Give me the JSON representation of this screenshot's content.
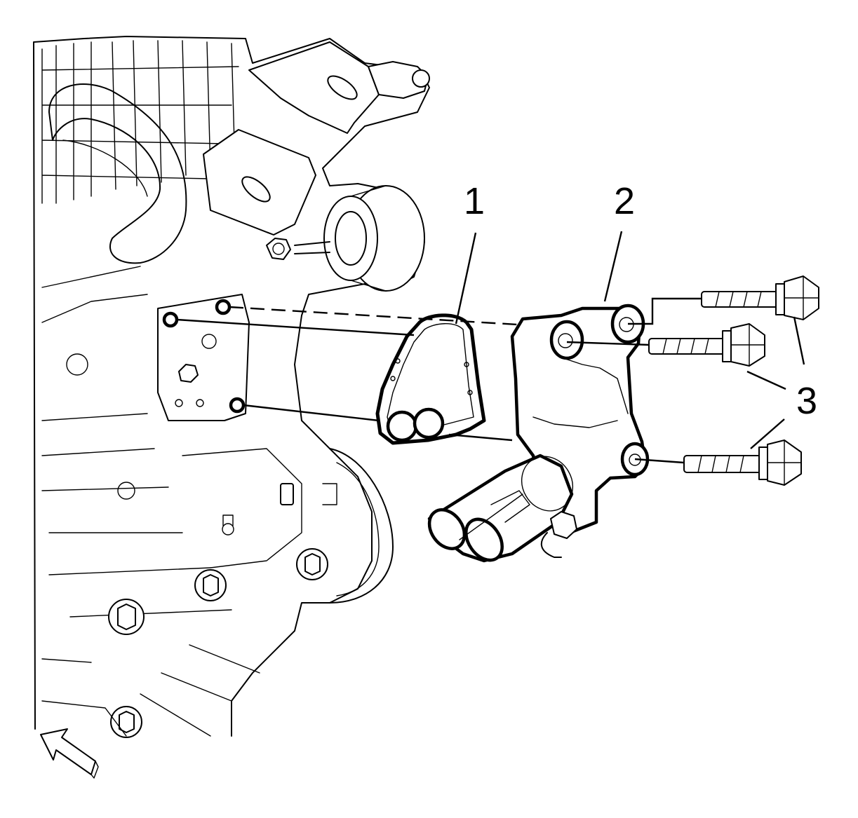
{
  "callouts": {
    "label_1": "1",
    "label_2": "2",
    "label_3": "3"
  },
  "parts": {
    "part_1": "gasket",
    "part_2": "bracket-with-solenoid",
    "part_3": "bolts"
  },
  "colors": {
    "line": "#000000",
    "background": "#ffffff"
  }
}
